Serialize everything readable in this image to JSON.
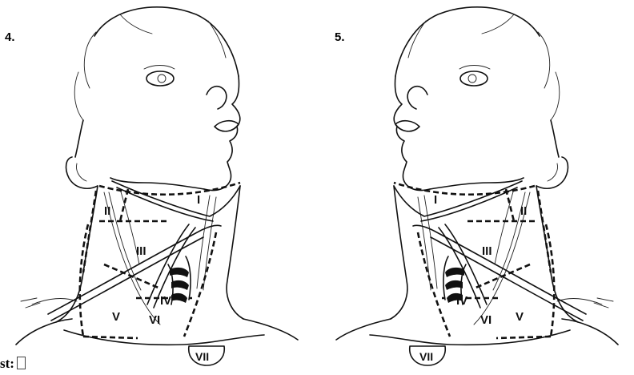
{
  "figures": [
    {
      "number": "4.",
      "levels": [
        "I",
        "II",
        "III",
        "IV",
        "V",
        "VI",
        "VII"
      ]
    },
    {
      "number": "5.",
      "levels": [
        "I",
        "II",
        "III",
        "IV",
        "V",
        "VI",
        "VII"
      ]
    }
  ],
  "caption": {
    "text": "st:"
  }
}
